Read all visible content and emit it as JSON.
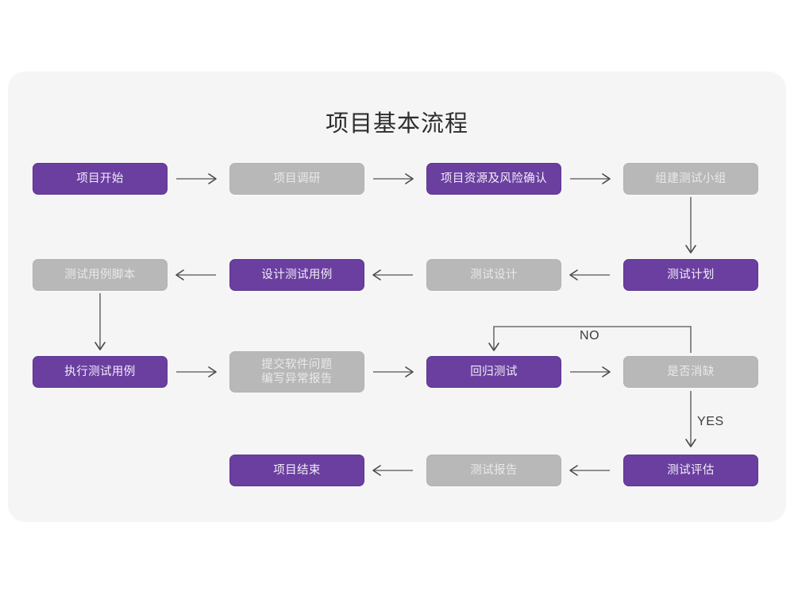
{
  "page": {
    "background": "#ffffff",
    "card_background": "#f5f5f5"
  },
  "colors": {
    "purple": "#6b3fa0",
    "gray": "#b8b8b8",
    "purple_text": "#f2eef8",
    "gray_text": "#e9e9e9",
    "arrow": "#6e6e6e",
    "title_text": "#2e2e2e"
  },
  "header": {
    "title": "项目基本流程"
  },
  "chart_data": {
    "type": "diagram",
    "title": "项目基本流程",
    "nodes": [
      {
        "id": "n1",
        "label": "项目开始",
        "style": "purple",
        "row": 1,
        "col": 1
      },
      {
        "id": "n2",
        "label": "项目调研",
        "style": "gray",
        "row": 1,
        "col": 2
      },
      {
        "id": "n3",
        "label": "项目资源及风险确认",
        "style": "purple",
        "row": 1,
        "col": 3
      },
      {
        "id": "n4",
        "label": "组建测试小组",
        "style": "gray",
        "row": 1,
        "col": 4
      },
      {
        "id": "n5",
        "label": "测试计划",
        "style": "purple",
        "row": 2,
        "col": 4
      },
      {
        "id": "n6",
        "label": "测试设计",
        "style": "gray",
        "row": 2,
        "col": 3
      },
      {
        "id": "n7",
        "label": "设计测试用例",
        "style": "purple",
        "row": 2,
        "col": 2
      },
      {
        "id": "n8",
        "label": "测试用例脚本",
        "style": "gray",
        "row": 2,
        "col": 1
      },
      {
        "id": "n9",
        "label": "执行测试用例",
        "style": "purple",
        "row": 3,
        "col": 1
      },
      {
        "id": "n10",
        "label": "提交软件问题\n编写异常报告",
        "style": "gray",
        "row": 3,
        "col": 2
      },
      {
        "id": "n11",
        "label": "回归测试",
        "style": "purple",
        "row": 3,
        "col": 3
      },
      {
        "id": "n12",
        "label": "是否消缺",
        "style": "gray",
        "row": 3,
        "col": 4
      },
      {
        "id": "n13",
        "label": "测试评估",
        "style": "purple",
        "row": 4,
        "col": 4
      },
      {
        "id": "n14",
        "label": "测试报告",
        "style": "gray",
        "row": 4,
        "col": 3
      },
      {
        "id": "n15",
        "label": "项目结束",
        "style": "purple",
        "row": 4,
        "col": 2
      }
    ],
    "edges": [
      {
        "from": "n1",
        "to": "n2",
        "label": "",
        "direction": "right"
      },
      {
        "from": "n2",
        "to": "n3",
        "label": "",
        "direction": "right"
      },
      {
        "from": "n3",
        "to": "n4",
        "label": "",
        "direction": "right"
      },
      {
        "from": "n4",
        "to": "n5",
        "label": "",
        "direction": "down"
      },
      {
        "from": "n5",
        "to": "n6",
        "label": "",
        "direction": "left"
      },
      {
        "from": "n6",
        "to": "n7",
        "label": "",
        "direction": "left"
      },
      {
        "from": "n7",
        "to": "n8",
        "label": "",
        "direction": "left"
      },
      {
        "from": "n8",
        "to": "n9",
        "label": "",
        "direction": "down"
      },
      {
        "from": "n9",
        "to": "n10",
        "label": "",
        "direction": "right"
      },
      {
        "from": "n10",
        "to": "n11",
        "label": "",
        "direction": "right"
      },
      {
        "from": "n11",
        "to": "n12",
        "label": "",
        "direction": "right"
      },
      {
        "from": "n12",
        "to": "n11",
        "label": "NO",
        "direction": "loop-up-left-down"
      },
      {
        "from": "n12",
        "to": "n13",
        "label": "YES",
        "direction": "down"
      },
      {
        "from": "n13",
        "to": "n14",
        "label": "",
        "direction": "left"
      },
      {
        "from": "n14",
        "to": "n15",
        "label": "",
        "direction": "left"
      }
    ],
    "edge_labels": {
      "no": "NO",
      "yes": "YES"
    }
  }
}
